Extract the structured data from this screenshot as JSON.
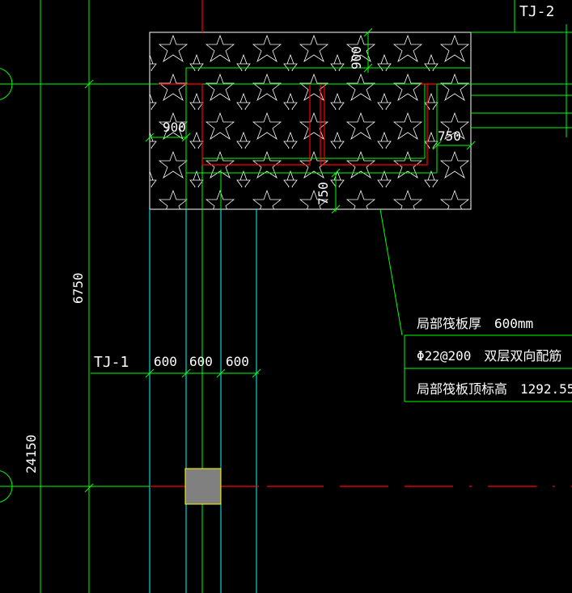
{
  "colors": {
    "background": "#000000",
    "grid": "#00ff00",
    "beam": "#00ffff",
    "rebar": "#ff0000",
    "text": "#ffffff",
    "column": "#808080",
    "column_outline": "#ffff00"
  },
  "labels": {
    "tj2": "TJ-2",
    "tj1": "TJ-1",
    "dim_900_top": "900",
    "dim_900_left": "900",
    "dim_750_right": "750",
    "dim_750_bottom": "750",
    "dim_6750": "6750",
    "dim_24150": "24150",
    "dim_600_a": "600",
    "dim_600_b": "600",
    "dim_600_c": "600"
  },
  "note_table": {
    "row1": "局部筏板厚　600mm",
    "row2": "Φ22@200　双层双向配筋",
    "row3": "局部筏板顶标高　1292.55"
  },
  "hatch": {
    "pattern": "star-icon"
  }
}
